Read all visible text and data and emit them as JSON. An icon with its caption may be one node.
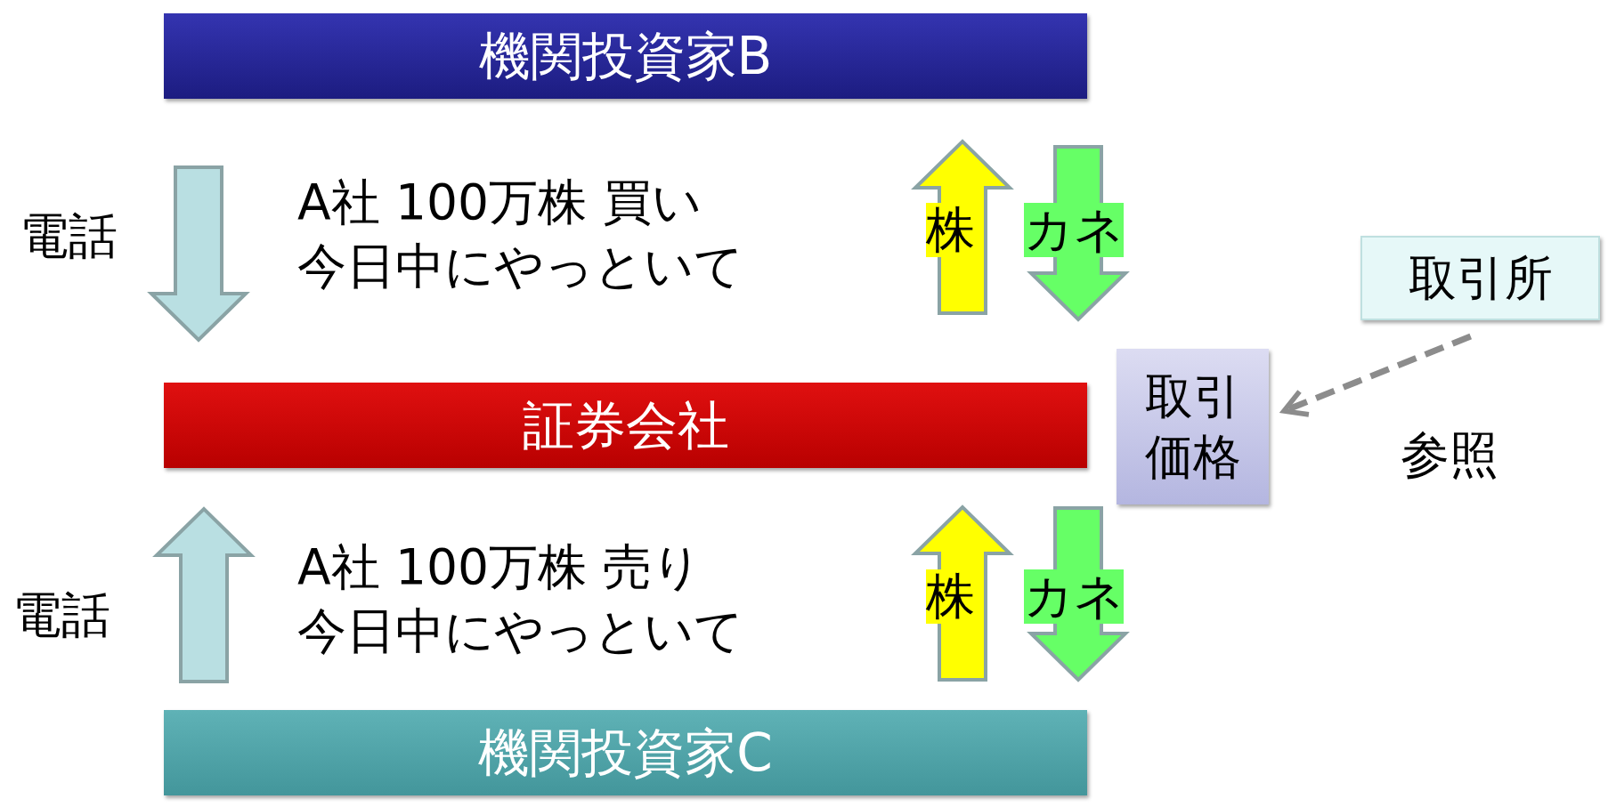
{
  "diagram": {
    "nodes": [
      {
        "text": [
          "機関投資家B"
        ]
      },
      {
        "text": [
          "証券会社"
        ]
      },
      {
        "text": [
          "機関投資家C"
        ]
      },
      {
        "text": [
          "取引価格"
        ]
      },
      {
        "text": [
          "取引所"
        ]
      }
    ],
    "edges": [
      {
        "from": 0,
        "to": 1,
        "arrow": "to",
        "label": "電話",
        "color": "#b9dfe2"
      },
      {
        "from": 1,
        "to": 0,
        "arrow": "to",
        "label": "株",
        "color": "#ffff00"
      },
      {
        "from": 0,
        "to": 1,
        "arrow": "to",
        "label": "カネ",
        "color": "#66ff66"
      },
      {
        "from": 2,
        "to": 1,
        "arrow": "to",
        "label": "電話",
        "color": "#b9dfe2"
      },
      {
        "from": 2,
        "to": 1,
        "arrow": "to",
        "label": "株",
        "color": "#ffff00"
      },
      {
        "from": 1,
        "to": 2,
        "arrow": "to",
        "label": "カネ",
        "color": "#66ff66"
      },
      {
        "from": 4,
        "to": 3,
        "arrow": "to",
        "label": "参照",
        "style": "dashed",
        "color": "#8c8c8c"
      }
    ],
    "labels": [
      "A社 100万株 買い今日中にやっといて",
      "A社 100万株 売り今日中にやっといて"
    ]
  }
}
